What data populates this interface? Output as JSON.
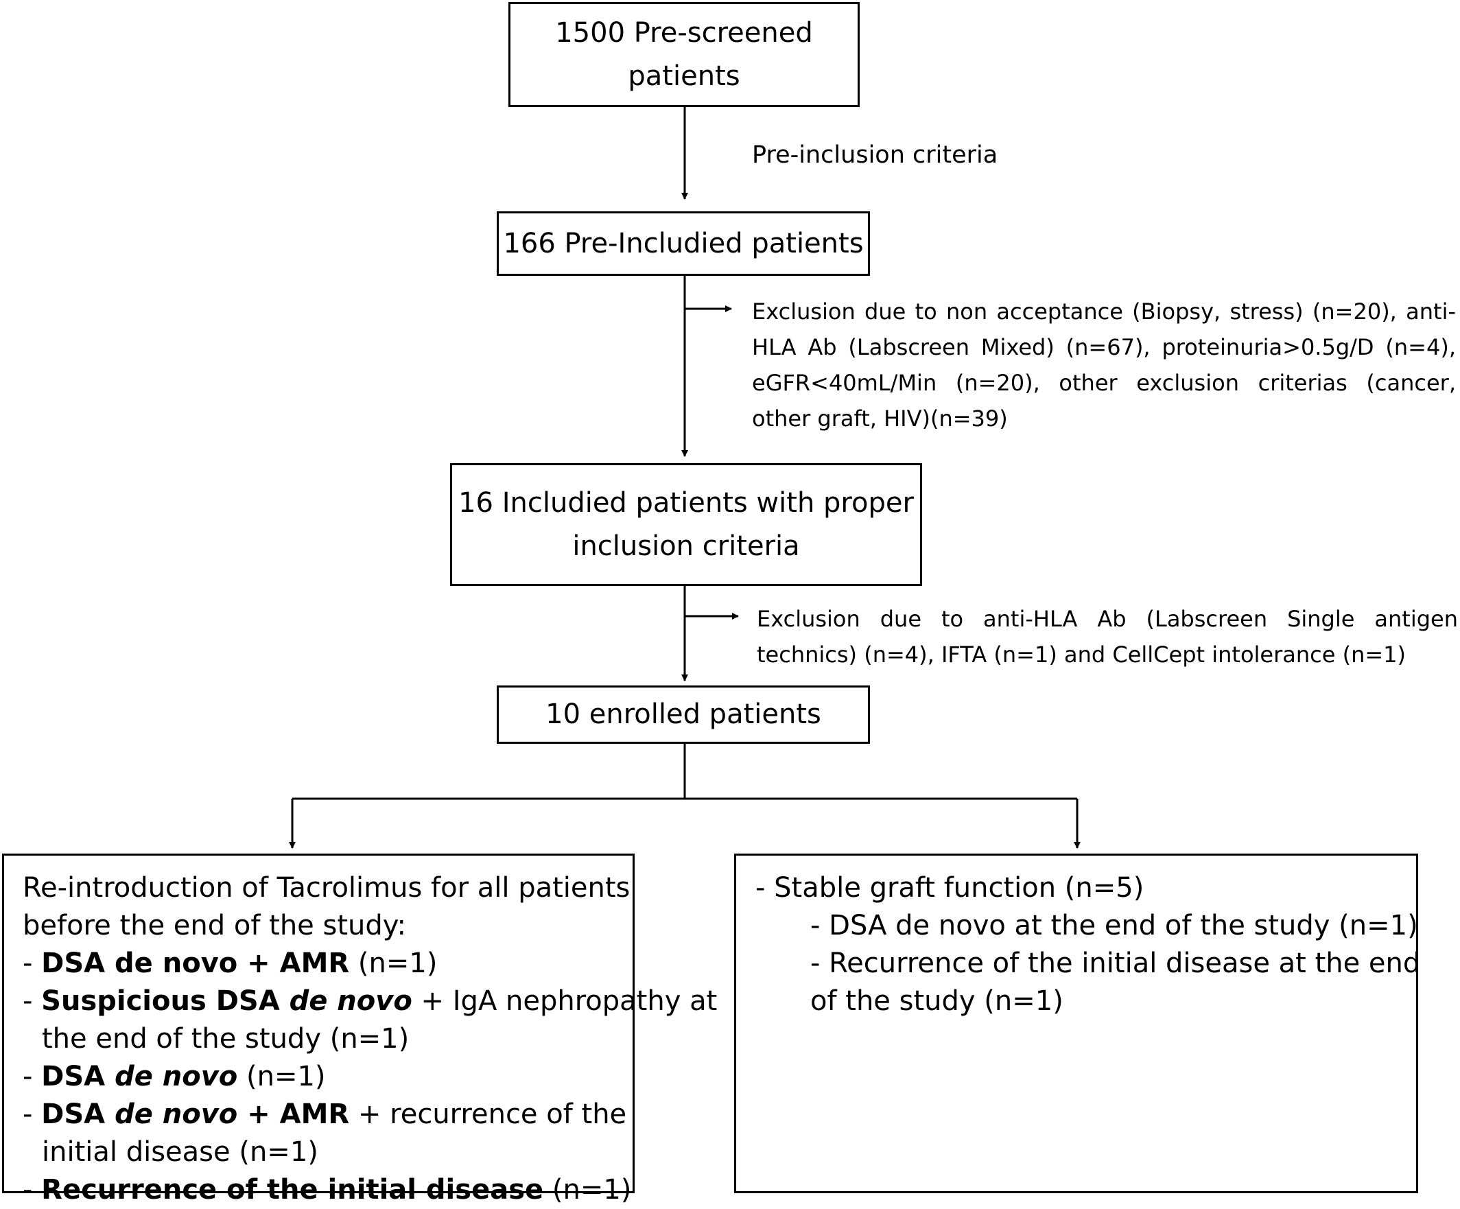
{
  "boxes": {
    "prescreened": [
      "1500 Pre-screened",
      "patients"
    ],
    "preincluded": "166 Pre-Includied patients",
    "included": [
      "16 Includied patients with proper",
      "inclusion criteria"
    ],
    "enrolled": "10 enrolled patients"
  },
  "notes": {
    "pre_inclusion": "Pre-inclusion criteria",
    "exclusion_1": "Exclusion due to non acceptance (Biopsy, stress) (n=20), anti-HLA Ab (Labscreen Mixed) (n=67), proteinuria>0.5g/D (n=4), eGFR<40mL/Min (n=20), other exclusion criterias (cancer, other graft, HIV)(n=39)",
    "exclusion_2": "Exclusion due to anti-HLA Ab (Labscreen Single antigen technics) (n=4), IFTA (n=1) and CellCept intolerance (n=1)"
  },
  "left_box": {
    "intro_1": "Re-introduction of Tacrolimus for all patients",
    "intro_2": "before the end of the study:",
    "item1": {
      "dash": "- ",
      "bold": "DSA de novo + AMR",
      "rest": " (n=1)"
    },
    "item2": {
      "dash": "- ",
      "bold": "Suspicious DSA ",
      "bold_italic": "de novo",
      "rest": " + IgA nephropathy at",
      "cont": "the end of the study (n=1)"
    },
    "item3": {
      "dash": "- ",
      "bold": "DSA ",
      "bold_italic": "de novo",
      "rest": " (n=1)"
    },
    "item4": {
      "dash": "- ",
      "bold": "DSA ",
      "bold_italic": "de novo",
      "bold_2": " + AMR",
      "rest": " + recurrence of the",
      "cont": "initial disease (n=1)"
    },
    "item5": {
      "dash": "- ",
      "bold": "Recurrence of the initial disease",
      "rest": " (n=1)"
    }
  },
  "right_box": {
    "line1": "- Stable graft function (n=5)",
    "line2": "- DSA de novo at the end of the study (n=1)",
    "line3": "-  Recurrence of the initial disease at the end",
    "line4": "of the study (n=1)"
  }
}
